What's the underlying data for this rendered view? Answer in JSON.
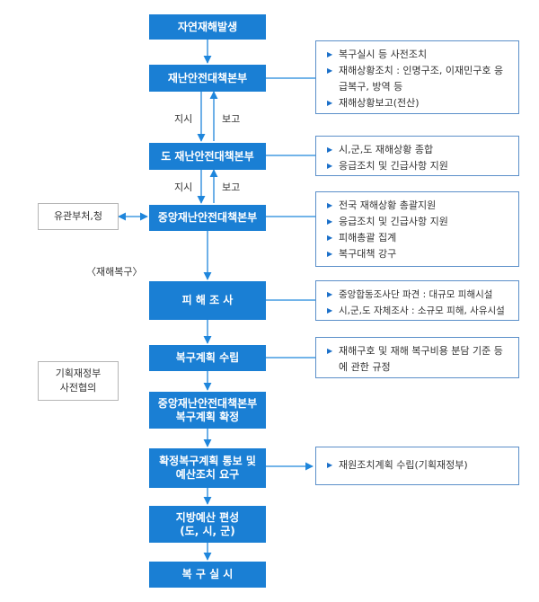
{
  "nodes": [
    {
      "lines": [
        "자연재해발생"
      ]
    },
    {
      "lines": [
        "재난안전대책본부"
      ]
    },
    {
      "lines": [
        "도 재난안전대책본부"
      ]
    },
    {
      "lines": [
        "중앙재난안전대책본부"
      ]
    },
    {
      "lines": [
        "피 해 조 사"
      ]
    },
    {
      "lines": [
        "복구계획 수립"
      ]
    },
    {
      "lines": [
        "중앙재난안전대책본부",
        "복구계획 확정"
      ]
    },
    {
      "lines": [
        "확정복구계획 통보 및",
        "예산조치 요구"
      ]
    },
    {
      "lines": [
        "지방예산 편성",
        "(도, 시, 군)"
      ]
    },
    {
      "lines": [
        "복 구 실 시"
      ]
    }
  ],
  "notes": [
    {
      "items": [
        "복구실시 등 사전조치",
        "재해상황조치 : 인명구조, 이재민구호 응급복구, 방역 등",
        "재해상황보고(전산)"
      ]
    },
    {
      "items": [
        "시,군,도 재해상황 종합",
        "응급조치 및 긴급사항 지원"
      ]
    },
    {
      "items": [
        "전국 재해상황 총괄지원",
        "응급조치 및 긴급사항 지원",
        "피해총괄 집계",
        "복구대책 강구"
      ]
    },
    {
      "items": [
        "중앙합동조사단 파견 : 대규모 피해시설",
        "시,군,도 자체조사 : 소규모 피해, 사유시설"
      ]
    },
    {
      "items": [
        "재해구호 및 재해 복구비용 분담 기준 등에 관한 규정"
      ]
    },
    {
      "items": [
        "재원조치계획 수립(기획재정부)"
      ]
    }
  ],
  "side_boxes": [
    {
      "lines": [
        "유관부처,청"
      ]
    },
    {
      "lines": [
        "기획재정부",
        "사전협의"
      ]
    }
  ],
  "labels": {
    "instruct_1": "지시",
    "report_1": "보고",
    "instruct_2": "지시",
    "report_2": "보고",
    "phase": "〈재해복구〉"
  },
  "colors": {
    "node": "#1a7fd4",
    "arrow": "#1f86dc",
    "note_border": "#5b8fc9"
  }
}
